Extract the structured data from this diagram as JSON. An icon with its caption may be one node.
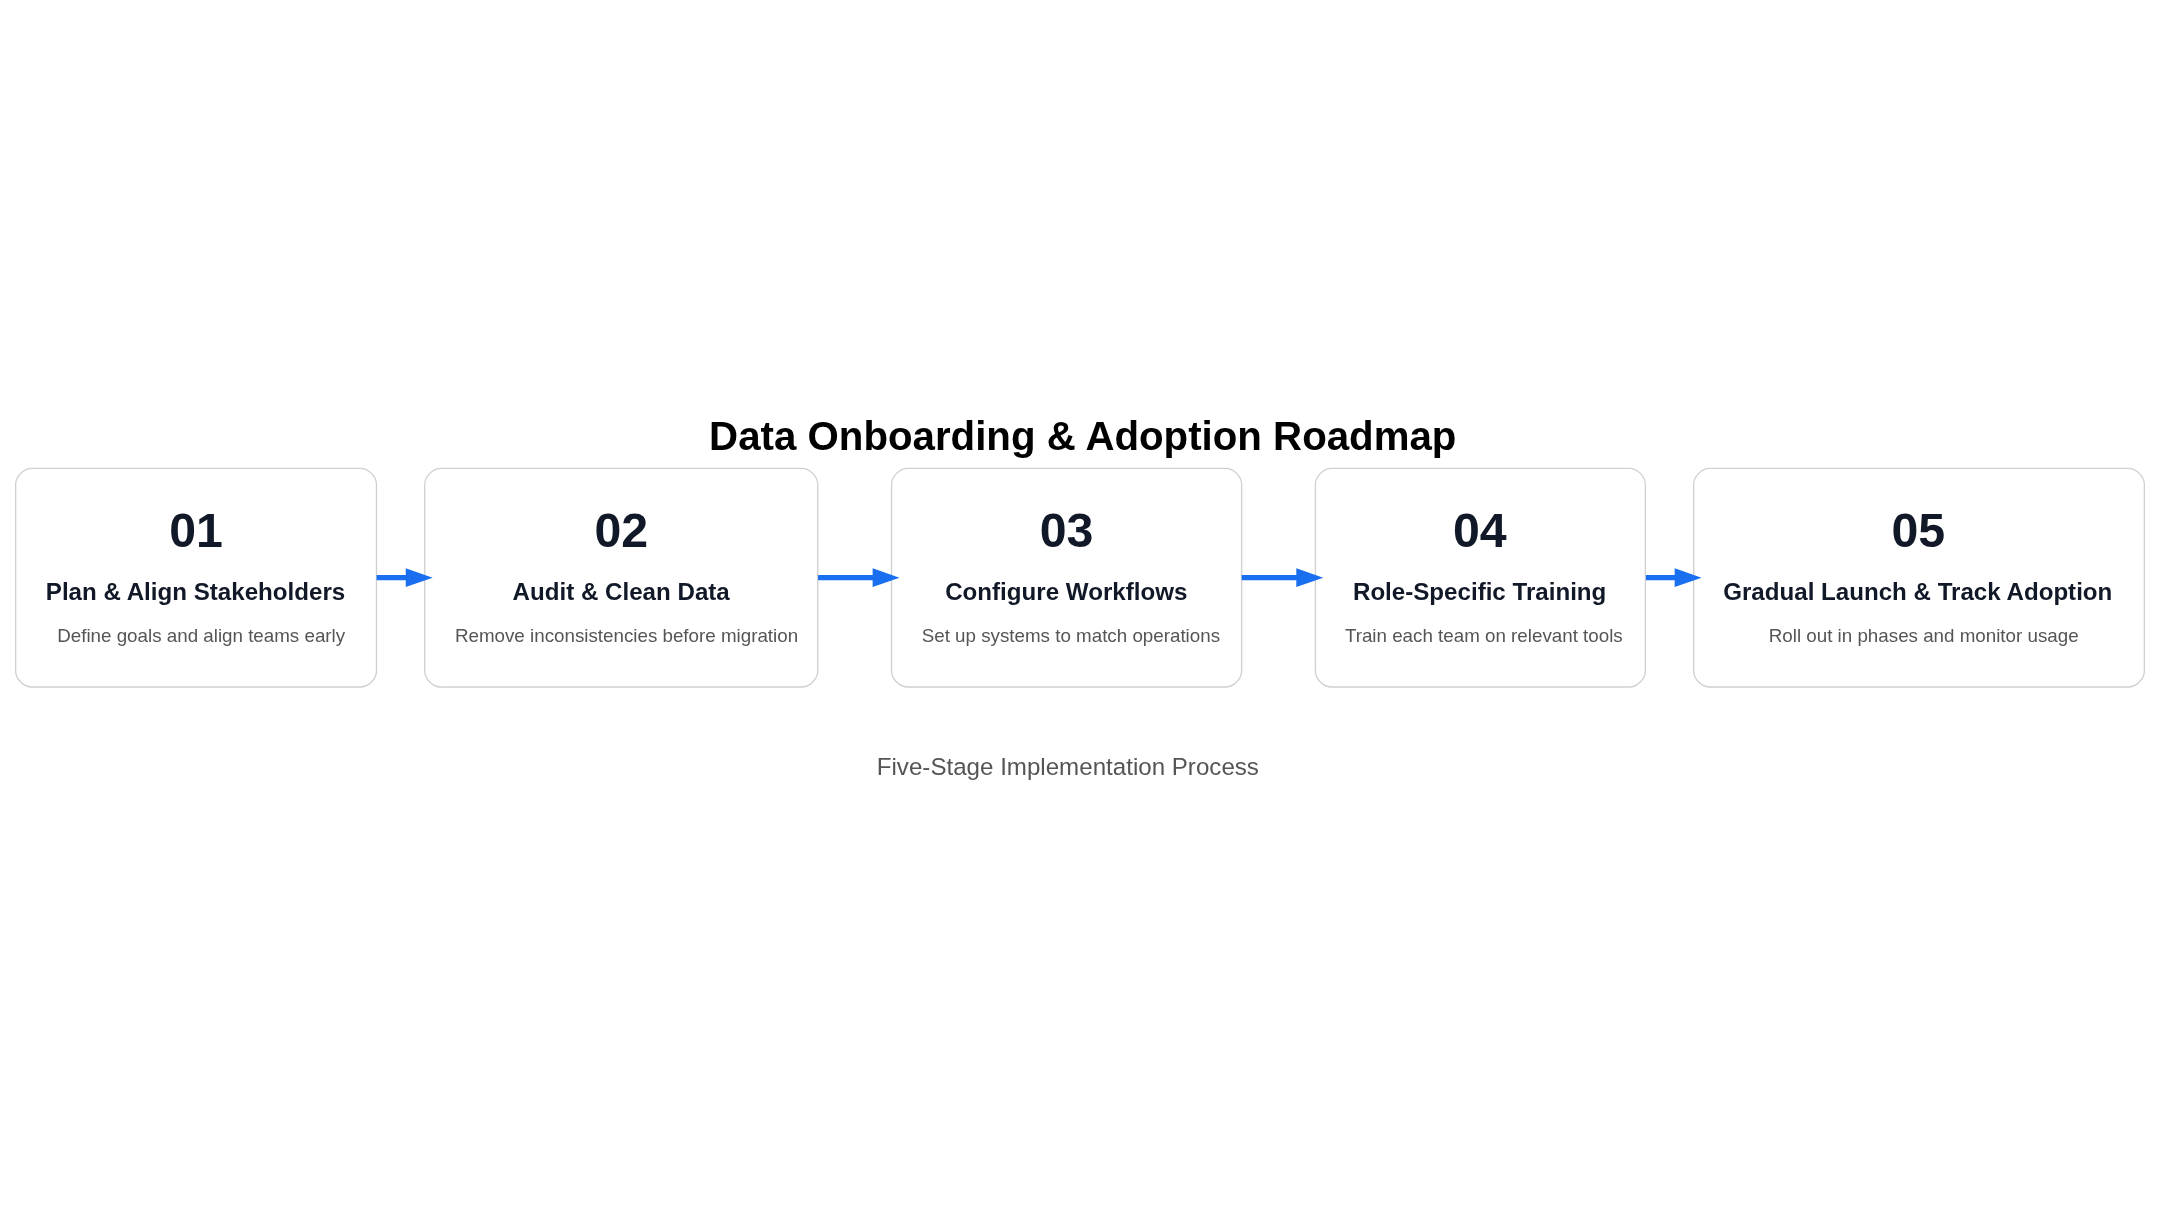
{
  "diagram": {
    "title": "Data Onboarding & Adoption Roadmap",
    "nodes": [
      {
        "text": [
          "01",
          "Plan & Align Stakeholders",
          "Define goals and align teams early"
        ]
      },
      {
        "text": [
          "02",
          "Audit & Clean Data",
          "Remove inconsistencies before migration"
        ]
      },
      {
        "text": [
          "03",
          "Configure Workflows",
          "Set up systems to match operations"
        ]
      },
      {
        "text": [
          "04",
          "Role-Specific Training",
          "Train each team on relevant tools"
        ]
      },
      {
        "text": [
          "05",
          "Gradual Launch & Track Adoption",
          "Roll out in phases and monitor usage"
        ]
      }
    ],
    "edges": [
      {
        "from": 0,
        "to": 1,
        "arrow": "to"
      },
      {
        "from": 1,
        "to": 2,
        "arrow": "to"
      },
      {
        "from": 2,
        "to": 3,
        "arrow": "to"
      },
      {
        "from": 3,
        "to": 4,
        "arrow": "to"
      }
    ],
    "labels": [
      "Five-Stage Implementation Process"
    ]
  }
}
